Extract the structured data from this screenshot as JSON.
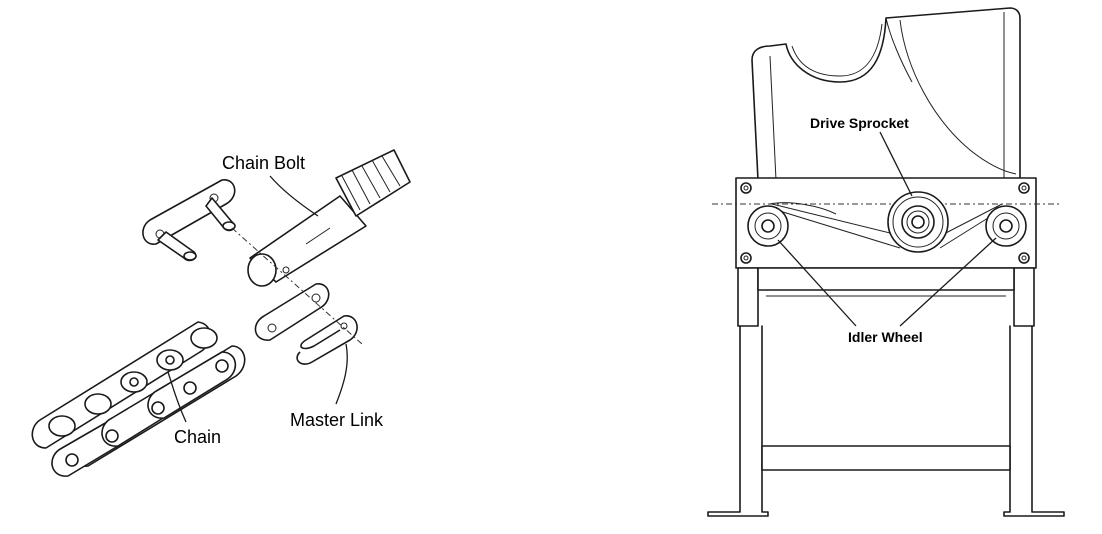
{
  "left_diagram": {
    "labels": {
      "chain_bolt": "Chain Bolt",
      "chain": "Chain",
      "master_link": "Master Link"
    }
  },
  "right_diagram": {
    "labels": {
      "drive_sprocket": "Drive Sprocket",
      "idler_wheel": "Idler Wheel"
    }
  }
}
